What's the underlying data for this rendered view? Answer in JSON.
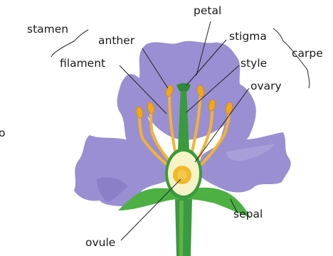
{
  "labels": {
    "petal": "petal",
    "stamen": "stamen",
    "anther": "anther",
    "stigma": "stigma",
    "carpel": "carpe",
    "filament": "filament",
    "style": "style",
    "ovary": "ovary",
    "sepal": "sepal",
    "ovule": "ovule",
    "edge_fragment": "o"
  },
  "colors": {
    "petal": "#9a8fd2",
    "petal_shadow": "#7f73bf",
    "petal_highlight": "#b3aae0",
    "stem": "#3a9a3e",
    "stem_light": "#6cc04e",
    "filament": "#f2b431",
    "anther": "#f0a820",
    "ovary_fill": "#f6f3c6",
    "ovule": "#f2b82a",
    "leader": "#222222"
  }
}
